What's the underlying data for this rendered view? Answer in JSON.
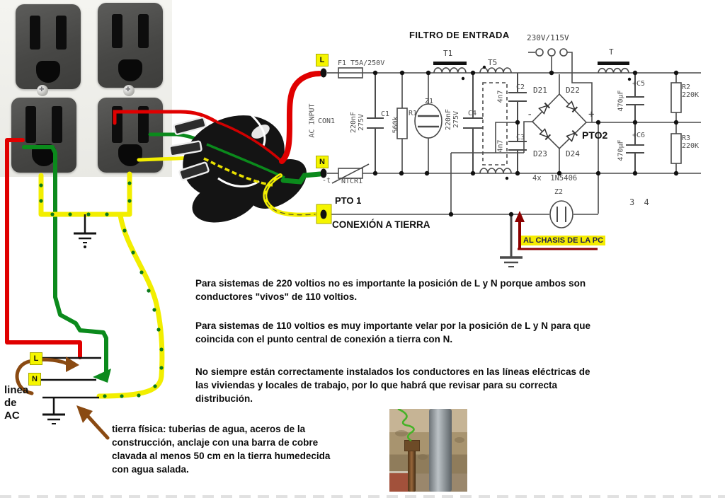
{
  "schematic": {
    "title": "FILTRO DE ENTRADA",
    "voltage_selector": "230V/115V",
    "terminal_l": "L",
    "terminal_n": "N",
    "fuse": "F1 T5A/250V",
    "ac_input": "AC INPUT",
    "connector": "CON1",
    "t1": "T1",
    "t5": "T5",
    "t": "T",
    "c1": "C1",
    "c1_value": "220nF\n275V",
    "r1": "R1",
    "r1_value": "560k",
    "z1": "Z1",
    "c4": "C4",
    "c4_value": "220nF\n275V",
    "c2": "C2",
    "c2_value": "4n7",
    "c3": "C3",
    "c3_value": "4n7",
    "d21": "D21",
    "d22": "D22",
    "d23": "D23",
    "d24": "D24",
    "bridge_minus": "-",
    "bridge_plus": "+",
    "pto2": "PTO2",
    "c5": "+C5",
    "c5_value": "470µF",
    "c6": "+C6",
    "c6_value": "470µF",
    "r2": "R2",
    "r2_value": "220K",
    "r3": "R3",
    "r3_value": "220K",
    "diodes_note": "4x  1N5406",
    "z2": "Z2",
    "page_number": "3 4",
    "ntc_prefix": "-t",
    "ntc": "NTCR1",
    "pto1": "PTO 1",
    "ground_label": "CONEXIÓN A TIERRA",
    "chassis_label": "AL CHASIS DE LA PC"
  },
  "wiring": {
    "l_tag": "L",
    "n_tag": "N",
    "ac_line_label": "linea\nde\nAC"
  },
  "notes": {
    "p1": "Para sistemas de 220 voltios no es importante la posición de L y N porque ambos son\nconductores \"vivos\" de 110 voltios.",
    "p2": "Para sistemas de 110 voltios es muy importante velar por la posición de L y N para que\ncoincida con el punto central de conexión a tierra con N.",
    "p3": "No siempre están correctamente instalados los conductores en las líneas eléctricas de\nlas viviendas y locales de trabajo, por lo que habrá que revisar para su correcta\ndistribución.",
    "ground_note": "tierra física: tuberias de agua, aceros de la\nconstrucción, anclaje con una barra de cobre\nclavada al menos 50 cm en la tierra humedecida\ncon agua salada."
  },
  "colors": {
    "live": "#e00000",
    "neutral": "#0b8a1c",
    "ground_wire": "#f2ee00",
    "tag_bg": "#f5f500",
    "chassis_arrow": "#8b0000"
  }
}
